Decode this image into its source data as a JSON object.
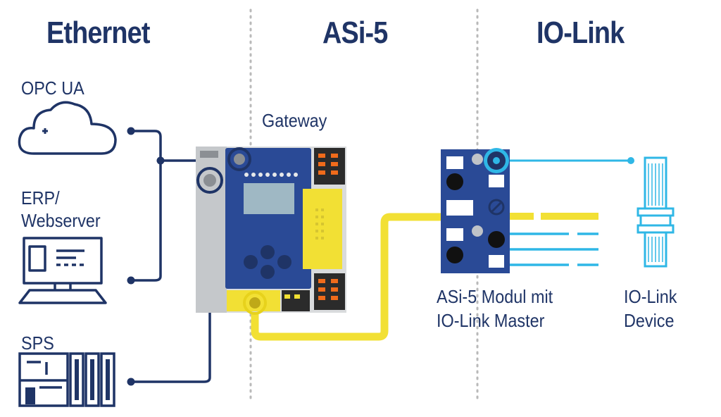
{
  "columns": {
    "ethernet": "Ethernet",
    "asi5": "ASi-5",
    "iolink": "IO-Link"
  },
  "labels": {
    "opc_ua": "OPC UA",
    "erp_line1": "ERP/",
    "erp_line2": "Webserver",
    "sps": "SPS",
    "gateway": "Gateway",
    "module_line1": "ASi-5 Modul mit",
    "module_line2": "IO-Link Master",
    "device_line1": "IO-Link",
    "device_line2": "Device"
  },
  "colors": {
    "navy": "#1f3466",
    "asi_yellow": "#f2e034",
    "iolink_cyan": "#2fb7e6",
    "module_blue": "#2a4a96",
    "divider_gray": "#b9b9b9"
  },
  "icons": [
    "cloud-icon",
    "computer-icon",
    "plc-icon",
    "gateway-icon",
    "module-icon",
    "sensor-icon"
  ]
}
